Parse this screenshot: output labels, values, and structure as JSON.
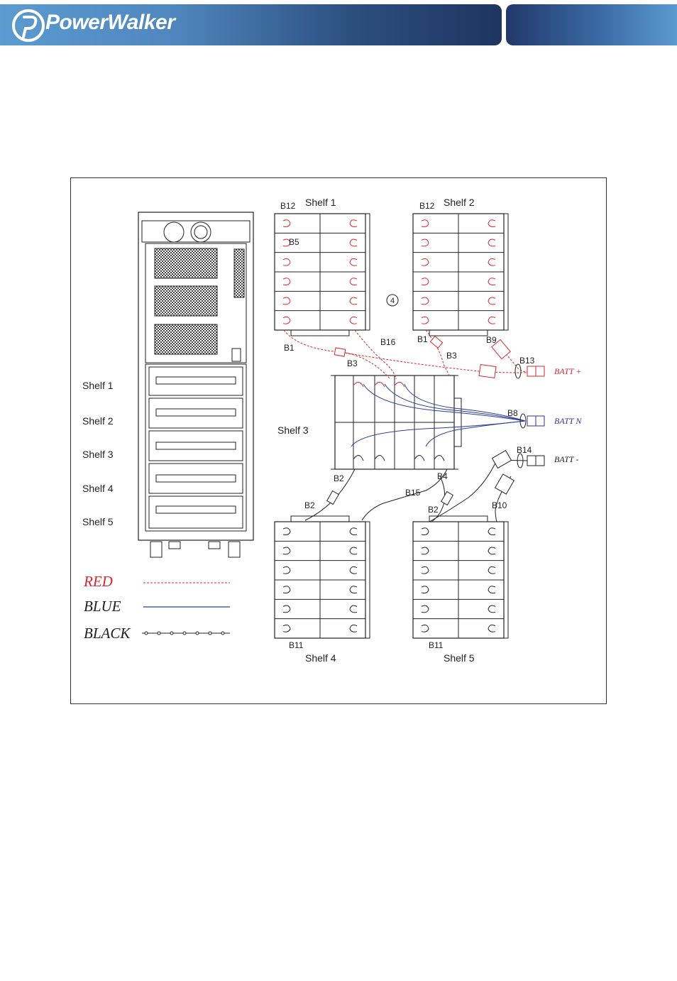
{
  "header": {
    "brand": "PowerWalker"
  },
  "diagram": {
    "shelf_labels_left": [
      "Shelf 1",
      "Shelf 2",
      "Shelf 3",
      "Shelf 4",
      "Shelf 5"
    ],
    "shelves": {
      "shelf1": "Shelf 1",
      "shelf2": "Shelf 2",
      "shelf3": "Shelf 3",
      "shelf4": "Shelf 4",
      "shelf5": "Shelf 5"
    },
    "step_marker": "4",
    "cables": {
      "b12_s1": "B12",
      "b5": "B5",
      "b1_s1": "B1",
      "b16": "B16",
      "b3_s1": "B3",
      "b12_s2": "B12",
      "b1_s2": "B1",
      "b3_s2": "B3",
      "b9": "B9",
      "b13": "B13",
      "b8": "B8",
      "b14": "B14",
      "b2_s3": "B2",
      "b4": "B4",
      "b15": "B15",
      "b2_s4": "B2",
      "b2_s5": "B2",
      "b10": "B10",
      "b11_s4": "B11",
      "b11_s5": "B11"
    },
    "terminals": {
      "batt_pos": "BATT +",
      "batt_n": "BATT N",
      "batt_neg": "BATT -"
    },
    "legend": [
      {
        "label": "RED",
        "color": "#d9262e"
      },
      {
        "label": "BLUE",
        "color": "#2b3a9a"
      },
      {
        "label": "BLACK",
        "color": "#222222"
      }
    ],
    "colors": {
      "red": "#d9262e",
      "blue": "#2b3a9a",
      "black": "#222222"
    }
  }
}
